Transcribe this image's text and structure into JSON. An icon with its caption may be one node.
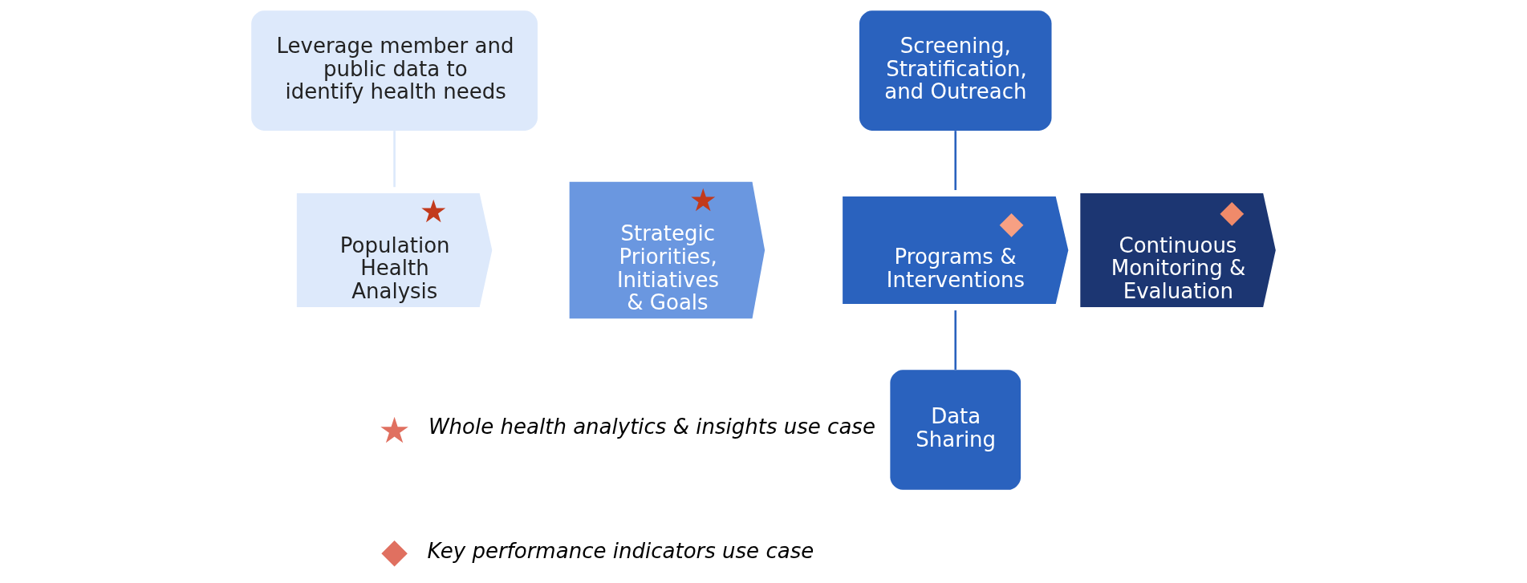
{
  "diagram": {
    "nodes": [
      {
        "text": [
          "★",
          "Population Health Analysis"
        ]
      },
      {
        "text": [
          "★",
          "Strategic Priorities, Initiatives & Goals"
        ]
      },
      {
        "text": [
          "◆",
          "Programs & Interventions"
        ]
      },
      {
        "text": [
          "◆",
          "Continuous Monitoring & Evaluation"
        ]
      },
      {
        "text": [
          "Leverage member and public data to identify health needs"
        ]
      },
      {
        "text": [
          "Screening, Stratification, and Outreach"
        ]
      },
      {
        "text": [
          "Data Sharing"
        ]
      },
      {
        "text": [],
        "shape": "star"
      },
      {
        "text": [],
        "shape": "diamond"
      }
    ],
    "edges": [
      {
        "from": 4,
        "to": 0,
        "arrow": "none",
        "color": "#dce9fb"
      },
      {
        "from": 5,
        "to": 2,
        "arrow": "none"
      },
      {
        "from": 2,
        "to": 6,
        "arrow": "none"
      }
    ],
    "legend": [
      {
        "text": "Whole health analytics & insights use case",
        "color": "#e07060"
      },
      {
        "text": "Key performance indicators use case",
        "color": "#e07060"
      }
    ]
  }
}
